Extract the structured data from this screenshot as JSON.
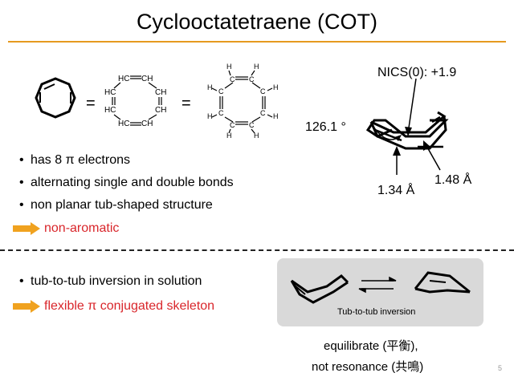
{
  "slide": {
    "title": "Cyclooctatetraene (COT)",
    "page_number": "5"
  },
  "structures": {
    "equals": "=",
    "labels_middle": [
      "HC",
      "CH",
      "HC",
      "CH",
      "HC",
      "CH",
      "HC",
      "CH"
    ],
    "labels_right": [
      "H",
      "H",
      "H",
      "H",
      "H",
      "H",
      "H",
      "H",
      "C",
      "C",
      "C",
      "C",
      "C",
      "C",
      "C",
      "C"
    ]
  },
  "tub_structure": {
    "nics_label": "NICS(0): +1.9",
    "angle_label": "126.1 °",
    "bond_short_label": "1.34 Å",
    "bond_long_label": "1.48 Å"
  },
  "bullets_top": [
    "has 8 π electrons",
    "alternating single and double bonds",
    "non planar tub-shaped structure"
  ],
  "result_top": "non-aromatic",
  "bullets_bottom": [
    "tub-to-tub inversion in solution"
  ],
  "result_bottom": "flexible π conjugated skeleton",
  "inversion_panel": {
    "caption": "Tub-to-tub inversion"
  },
  "footnote": {
    "line1": "equilibrate (平衡),",
    "line2": "not resonance (共鳴)"
  },
  "colors": {
    "accent_orange": "#e69a1f",
    "text_red": "#d9262b"
  }
}
